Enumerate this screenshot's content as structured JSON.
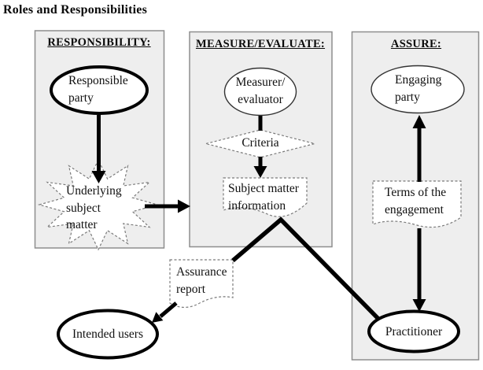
{
  "title": "Roles and Responsibilities",
  "colors": {
    "panel_bg": "#eeeeee",
    "panel_border": "#8e8e8e",
    "shape_fill": "#ffffff",
    "solid_line": "#000000",
    "dashed_line": "#7a7a7a",
    "text": "#101010"
  },
  "columns": [
    {
      "header": "RESPONSIBILITY:"
    },
    {
      "header": "MEASURE/EVALUATE:"
    },
    {
      "header": "ASSURE:"
    }
  ],
  "nodes": {
    "responsible_party": "Responsible\nparty",
    "underlying_subject_matter": "Underlying\nsubject\nmatter",
    "measurer_evaluator": "Measurer/\nevaluator",
    "criteria": "Criteria",
    "subject_matter_information": "Subject matter\ninformation",
    "engaging_party": "Engaging\nparty",
    "terms_of_engagement": "Terms of the\nengagement",
    "practitioner": "Practitioner",
    "assurance_report": "Assurance\nreport",
    "intended_users": "Intended users"
  }
}
